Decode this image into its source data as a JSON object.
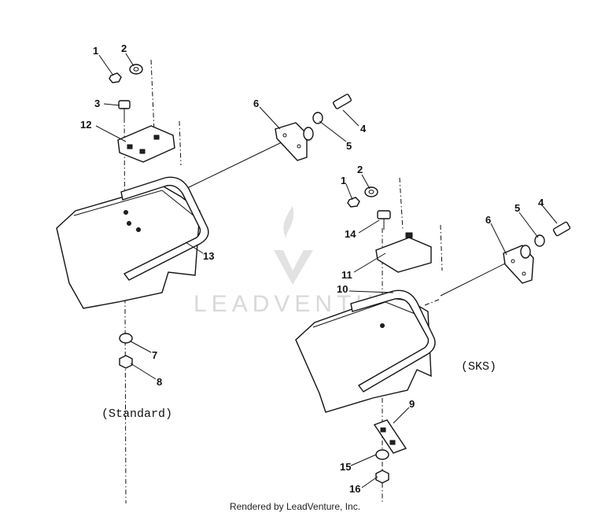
{
  "standard": {
    "caption": "(Standard)",
    "callouts": [
      "1",
      "2",
      "3",
      "4",
      "5",
      "6",
      "7",
      "8",
      "12",
      "13"
    ]
  },
  "sks": {
    "caption": "(SKS)",
    "callouts": [
      "1",
      "2",
      "4",
      "5",
      "6",
      "9",
      "10",
      "11",
      "14",
      "15",
      "16"
    ]
  },
  "watermark": "LEADVENTURE",
  "footer": "Rendered by LeadVenture, Inc."
}
